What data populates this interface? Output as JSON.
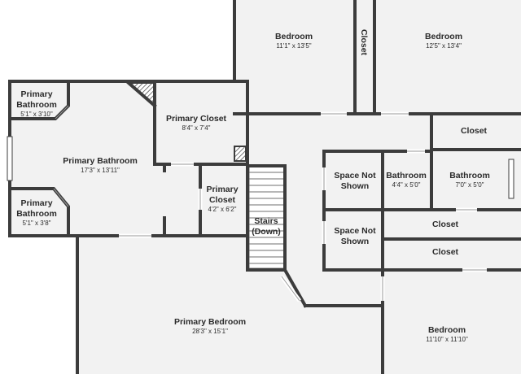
{
  "colors": {
    "wall": "#3c3c3c",
    "floor": "#f2f2f2",
    "background": "#ffffff",
    "opening": "#ffffff",
    "window": "#d8d8d8"
  },
  "rooms": {
    "bedroom_a": {
      "name": "Bedroom",
      "dims": "11'1\" x 13'5\""
    },
    "closet_vertical": {
      "name": "Closet"
    },
    "bedroom_b": {
      "name": "Bedroom",
      "dims": "12'5\" x 13'4\""
    },
    "primary_bath_top": {
      "name_1": "Primary",
      "name_2": "Bathroom",
      "dims": "5'1\" x 3'10\""
    },
    "primary_bath_main": {
      "name": "Primary Bathroom",
      "dims": "17'3\" x 13'11\""
    },
    "primary_bath_bottom": {
      "name_1": "Primary",
      "name_2": "Bathroom",
      "dims": "5'1\" x 3'8\""
    },
    "primary_closet_large": {
      "name": "Primary Closet",
      "dims": "8'4\" x 7'4\""
    },
    "primary_closet_small": {
      "name_1": "Primary",
      "name_2": "Closet",
      "dims": "4'2\" x 6'2\""
    },
    "stairs": {
      "name_1": "Stairs",
      "name_2": "(Down)"
    },
    "closet_right_top": {
      "name": "Closet"
    },
    "space_not_shown_1": {
      "name_1": "Space Not",
      "name_2": "Shown"
    },
    "bathroom_small": {
      "name": "Bathroom",
      "dims": "4'4\" x 5'0\""
    },
    "bathroom_right": {
      "name": "Bathroom",
      "dims": "7'0\" x 5'0\""
    },
    "space_not_shown_2": {
      "name_1": "Space Not",
      "name_2": "Shown"
    },
    "closet_mid": {
      "name": "Closet"
    },
    "closet_low": {
      "name": "Closet"
    },
    "primary_bedroom": {
      "name": "Primary Bedroom",
      "dims": "28'3\" x 15'1\""
    },
    "bedroom_c": {
      "name": "Bedroom",
      "dims": "11'10\" x 11'10\""
    }
  }
}
